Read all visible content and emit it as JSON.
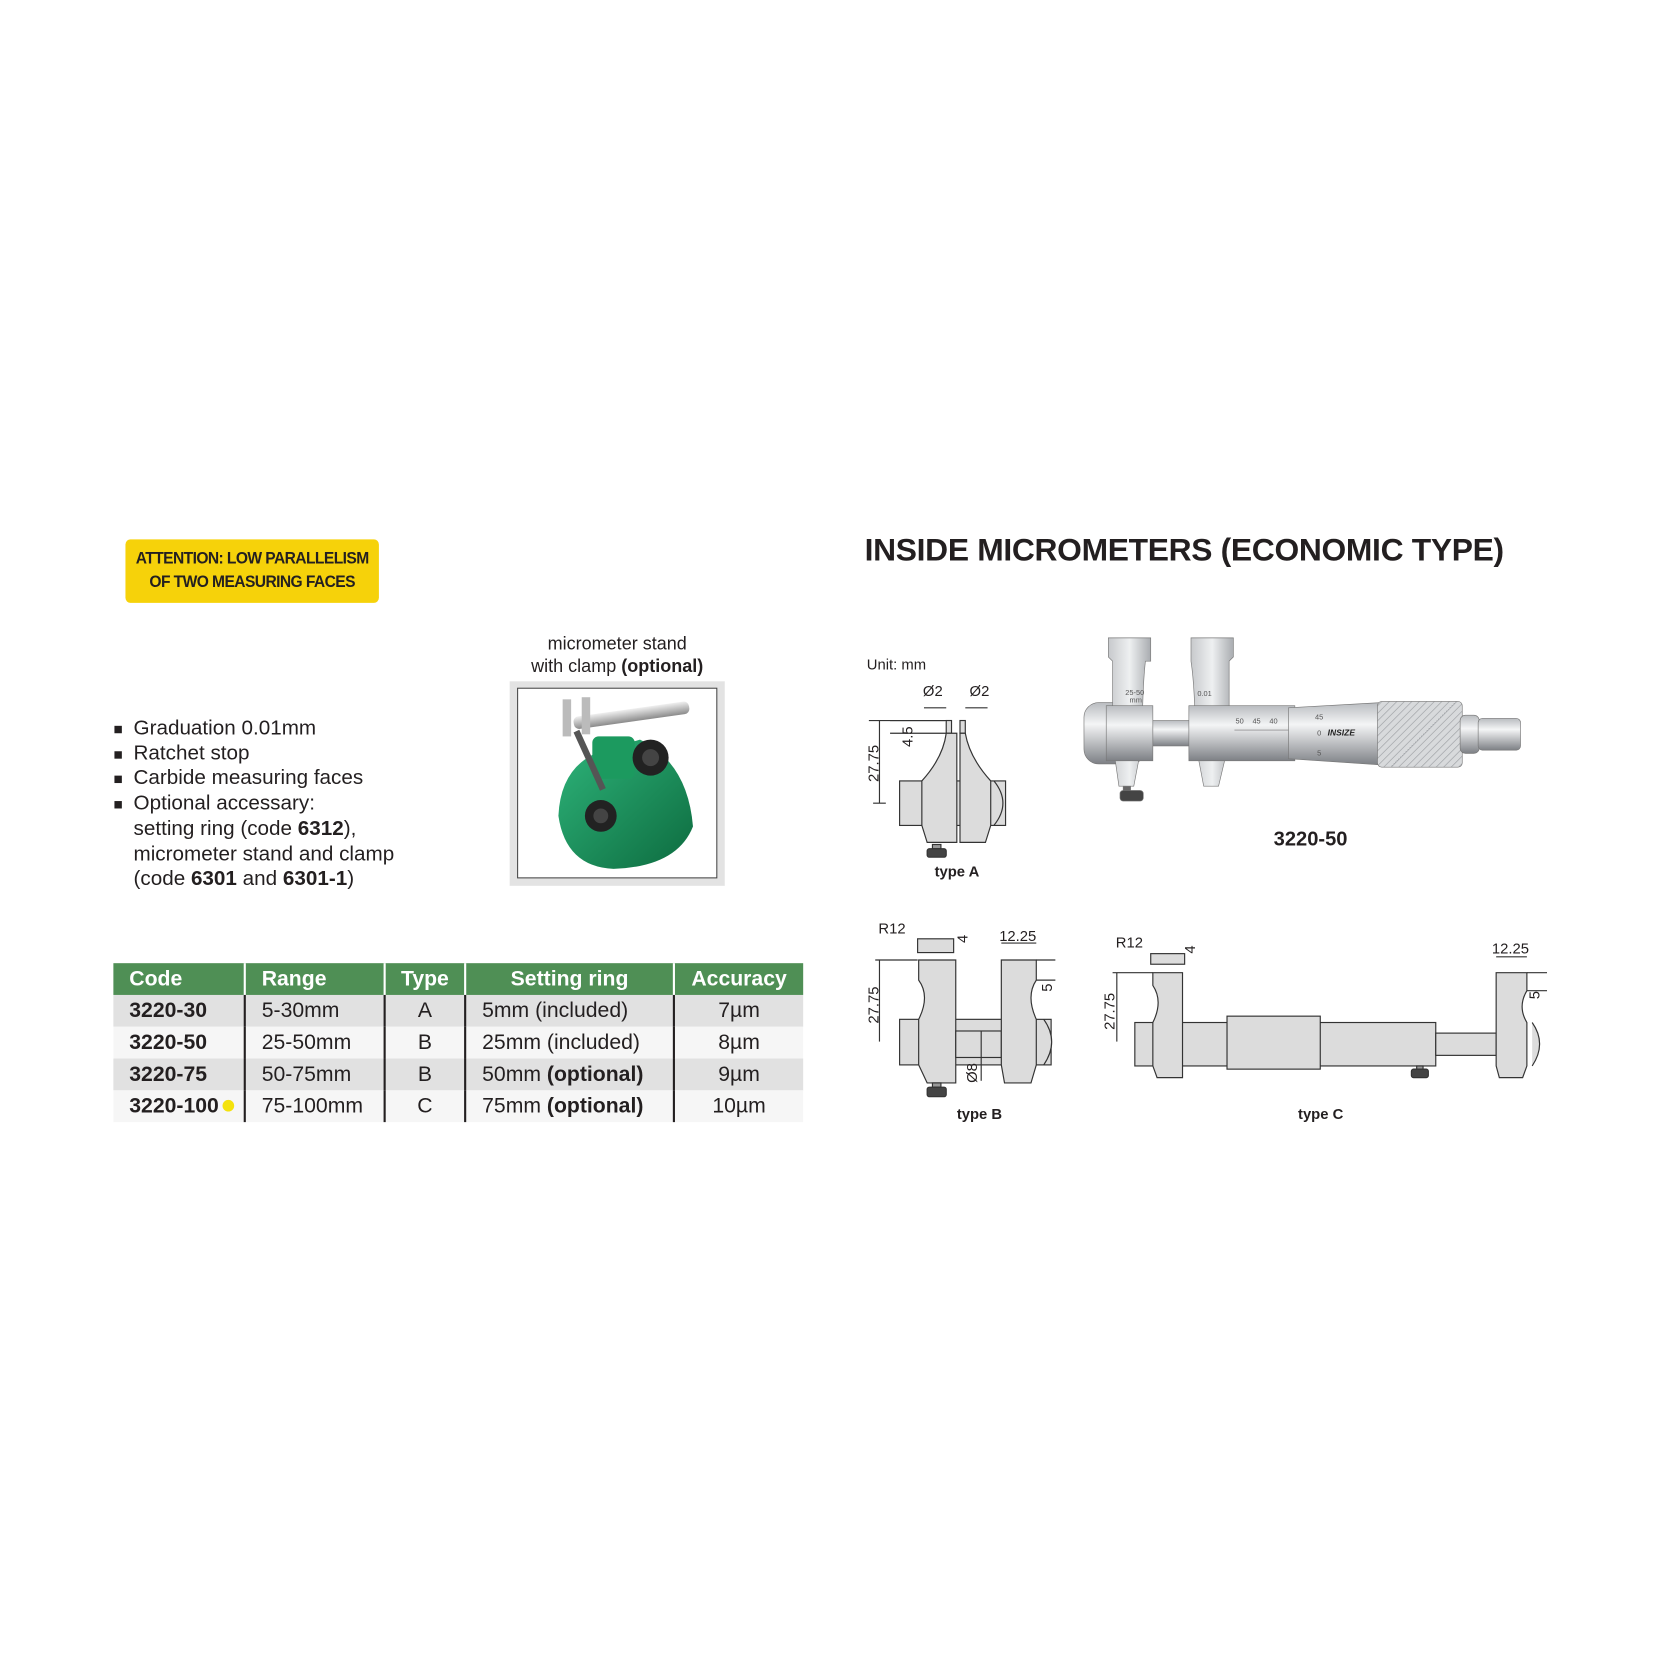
{
  "attention": {
    "line1": "ATTENTION: LOW PARALLELISM",
    "line2": "OF TWO MEASURING FACES"
  },
  "title": "INSIDE MICROMETERS (ECONOMIC TYPE)",
  "features": {
    "items": [
      "Graduation 0.01mm",
      "Ratchet stop",
      "Carbide measuring faces",
      "Optional accessary:"
    ],
    "acc_line1_pre": "setting ring (code ",
    "acc_line1_code": "6312",
    "acc_line1_post": "),",
    "acc_line2": "micrometer stand and clamp",
    "acc_line3_pre": "(code ",
    "acc_line3_code1": "6301",
    "acc_line3_mid": " and ",
    "acc_line3_code2": "6301-1",
    "acc_line3_post": ")"
  },
  "stand": {
    "line1": "micrometer stand",
    "line2_pre": "with clamp ",
    "line2_bold": "(optional)"
  },
  "table": {
    "headers": [
      "Code",
      "Range",
      "Type",
      "Setting ring",
      "Accuracy"
    ],
    "rows": [
      {
        "code": "3220-30",
        "range": "5-30mm",
        "type": "A",
        "ring": "5mm",
        "ring_note": "(included)",
        "ring_note_bold": false,
        "accuracy": "7µm",
        "marker": false
      },
      {
        "code": "3220-50",
        "range": "25-50mm",
        "type": "B",
        "ring": "25mm",
        "ring_note": "(included)",
        "ring_note_bold": false,
        "accuracy": "8µm",
        "marker": false
      },
      {
        "code": "3220-75",
        "range": "50-75mm",
        "type": "B",
        "ring": "50mm",
        "ring_note": "(optional)",
        "ring_note_bold": true,
        "accuracy": "9µm",
        "marker": false
      },
      {
        "code": "3220-100",
        "range": "75-100mm",
        "type": "C",
        "ring": "75mm",
        "ring_note": "(optional)",
        "ring_note_bold": true,
        "accuracy": "10µm",
        "marker": true
      }
    ],
    "header_color": "#4f8f55",
    "marker_color": "#f4e20c"
  },
  "diagrams": {
    "unit": "Unit: mm",
    "typeA": {
      "label": "type A",
      "tip_dia_left": "Ø2",
      "tip_dia_right": "Ø2",
      "tip_len": "4.5",
      "height": "27.75"
    },
    "typeB": {
      "label": "type B",
      "radius": "R12",
      "thick": "4",
      "width": "12.25",
      "step": "5",
      "height": "27.75",
      "shaft": "Ø8"
    },
    "typeC": {
      "label": "type C",
      "radius": "R12",
      "thick": "4",
      "width": "12.25",
      "step": "5",
      "height": "27.75"
    },
    "product": {
      "label": "3220-50",
      "jaw_range": "25-50",
      "jaw_unit": "mm",
      "resolution": "0.01",
      "scale_marks": [
        "50",
        "45",
        "40"
      ],
      "thimble_marks": [
        "45",
        "0",
        "5"
      ],
      "brand": "INSIZE"
    }
  },
  "colors": {
    "attention_bg": "#f6d20a",
    "stand_green": "#1a8a55"
  }
}
